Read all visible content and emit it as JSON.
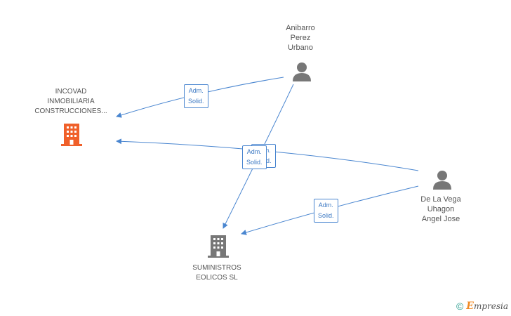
{
  "nodes": {
    "incovad": {
      "label": "INCOVAD\nINMOBILIARIA\nCONSTRUCCIONES...",
      "type": "company",
      "color": "#f0602a"
    },
    "suministros": {
      "label": "SUMINISTROS\nEOLICOS SL",
      "type": "company",
      "color": "#777777"
    },
    "anibarro": {
      "label": "Anibarro\nPerez\nUrbano",
      "type": "person",
      "color": "#777777"
    },
    "delavega": {
      "label": "De La Vega\nUhagon\nAngel Jose",
      "type": "person",
      "color": "#777777"
    }
  },
  "edges": [
    {
      "from": "anibarro",
      "to": "incovad",
      "label": "Adm.\nSolid."
    },
    {
      "from": "anibarro",
      "to": "suministros",
      "label": "Adm.\nSolid."
    },
    {
      "from": "delavega",
      "to": "incovad",
      "label": "Adm.\nSolid."
    },
    {
      "from": "delavega",
      "to": "suministros",
      "label": "Adm.\nSolid."
    }
  ],
  "colors": {
    "edge": "#4a86d0",
    "accent": "#f08a24"
  },
  "footer": {
    "copyright": "©",
    "brand_initial": "E",
    "brand_rest": "mpresia"
  }
}
